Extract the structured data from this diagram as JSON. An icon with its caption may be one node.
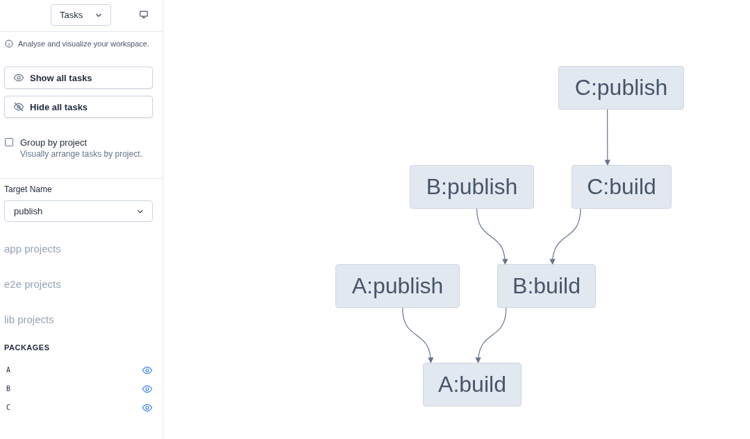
{
  "diagram": {
    "nodes": [
      {
        "text": [
          "C:publish"
        ]
      },
      {
        "text": [
          "B:publish"
        ]
      },
      {
        "text": [
          "C:build"
        ]
      },
      {
        "text": [
          "A:publish"
        ]
      },
      {
        "text": [
          "B:build"
        ]
      },
      {
        "text": [
          "A:build"
        ]
      }
    ],
    "edges": [
      {
        "from": 0,
        "to": 2,
        "arrow": "to"
      },
      {
        "from": 1,
        "to": 4,
        "arrow": "to"
      },
      {
        "from": 2,
        "to": 4,
        "arrow": "to"
      },
      {
        "from": 3,
        "to": 5,
        "arrow": "to"
      },
      {
        "from": 4,
        "to": 5,
        "arrow": "to"
      }
    ],
    "labels": [
      "Tasks",
      "Analyse and visualize your workspace.",
      "Show all tasks",
      "Hide all tasks",
      "Group by project",
      "Visually arrange tasks by project.",
      "Target Name",
      "publish",
      "app projects",
      "e2e projects",
      "lib projects",
      "PACKAGES",
      "A",
      "B",
      "C"
    ]
  }
}
